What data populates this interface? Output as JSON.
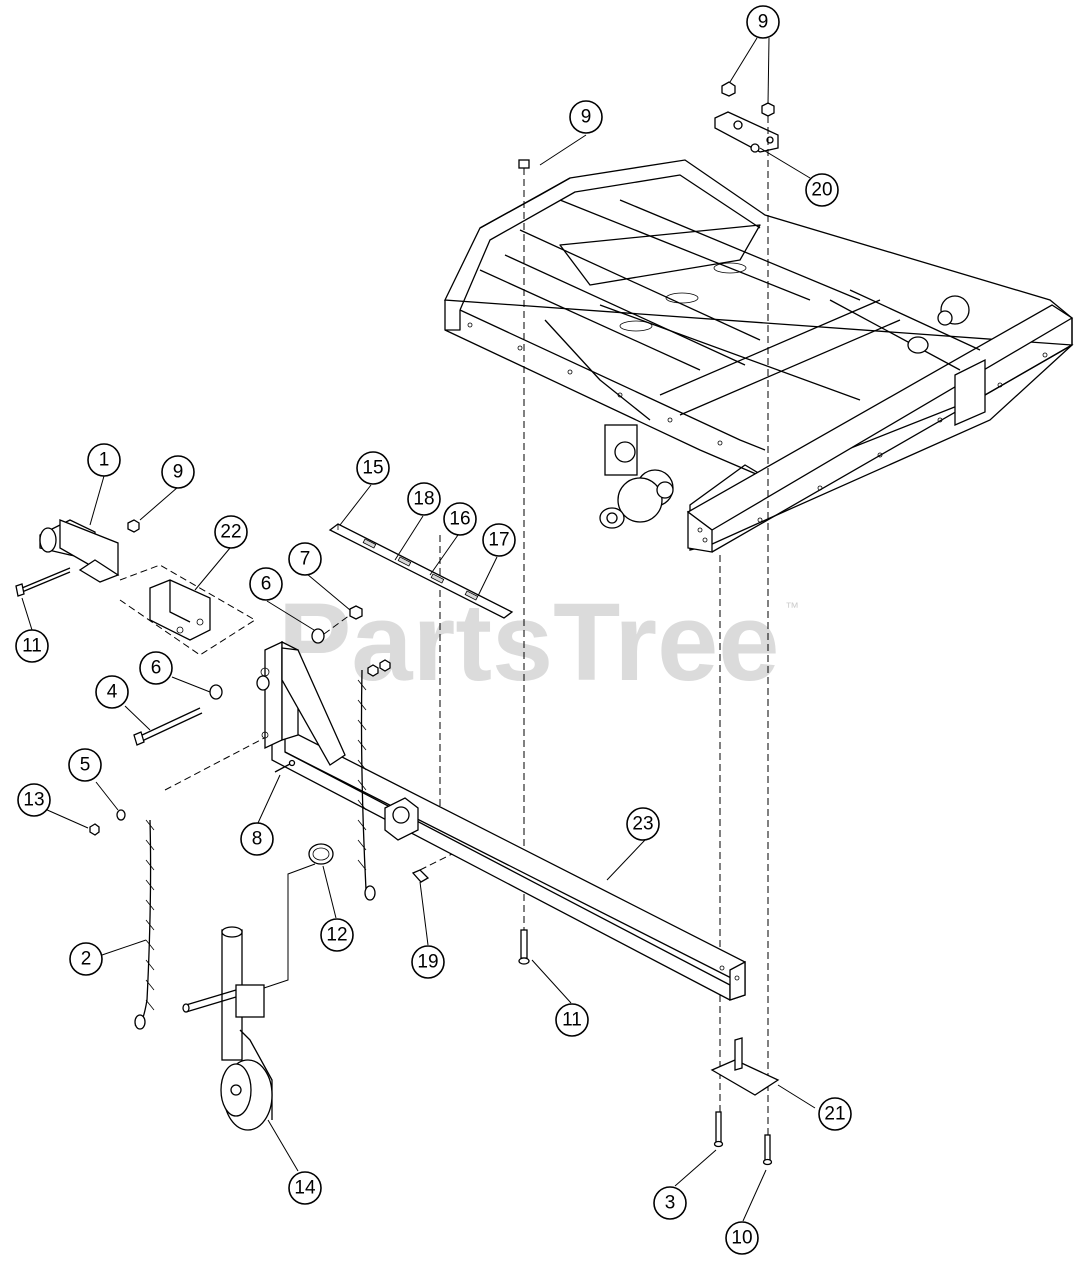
{
  "watermark": {
    "text": "PartsTree",
    "trademark": "™"
  },
  "callouts": [
    {
      "id": "c1",
      "label": "1"
    },
    {
      "id": "c2",
      "label": "2"
    },
    {
      "id": "c3",
      "label": "3"
    },
    {
      "id": "c4",
      "label": "4"
    },
    {
      "id": "c5",
      "label": "5"
    },
    {
      "id": "c6a",
      "label": "6"
    },
    {
      "id": "c6b",
      "label": "6"
    },
    {
      "id": "c7",
      "label": "7"
    },
    {
      "id": "c8",
      "label": "8"
    },
    {
      "id": "c9a",
      "label": "9"
    },
    {
      "id": "c9b",
      "label": "9"
    },
    {
      "id": "c9c",
      "label": "9"
    },
    {
      "id": "c10",
      "label": "10"
    },
    {
      "id": "c11a",
      "label": "11"
    },
    {
      "id": "c11b",
      "label": "11"
    },
    {
      "id": "c12",
      "label": "12"
    },
    {
      "id": "c13",
      "label": "13"
    },
    {
      "id": "c14",
      "label": "14"
    },
    {
      "id": "c15",
      "label": "15"
    },
    {
      "id": "c16",
      "label": "16"
    },
    {
      "id": "c17",
      "label": "17"
    },
    {
      "id": "c18",
      "label": "18"
    },
    {
      "id": "c19",
      "label": "19"
    },
    {
      "id": "c20",
      "label": "20"
    },
    {
      "id": "c21",
      "label": "21"
    },
    {
      "id": "c22",
      "label": "22"
    },
    {
      "id": "c23",
      "label": "23"
    }
  ]
}
